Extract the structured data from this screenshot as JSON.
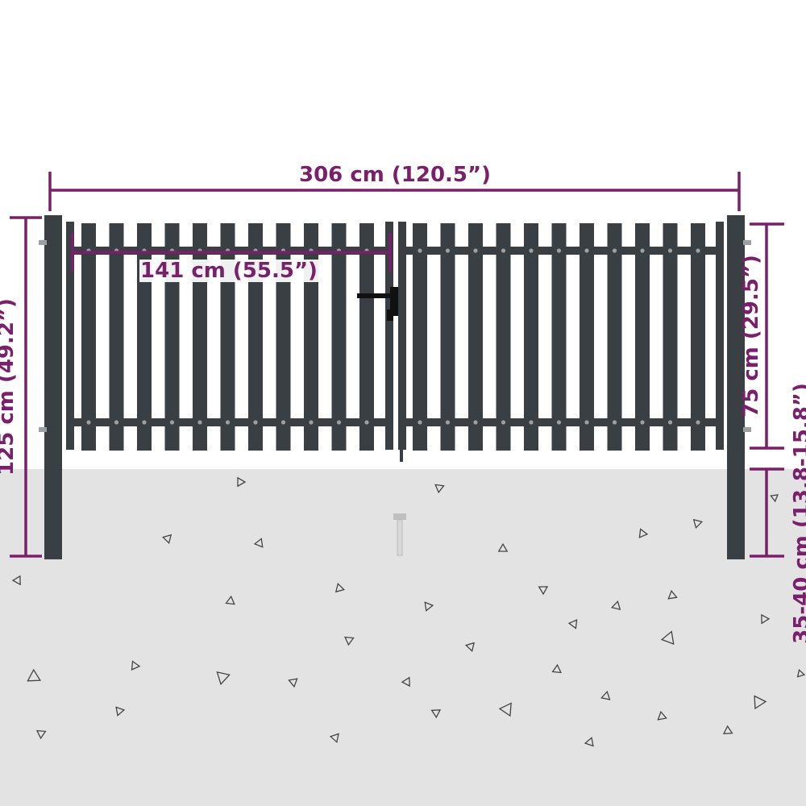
{
  "dimensions": {
    "total_width": "306 cm (120.5”)",
    "leaf_width": "141 cm (55.5”)",
    "total_height": "125 cm (49.2”)",
    "leaf_height": "75 cm (29.5”)",
    "post_depth": "35-40 cm (13.8-15.8”)"
  },
  "colors": {
    "dimension": "#7a1f6b",
    "fence": "#3a3f43",
    "ground": "#e3e3e3",
    "background": "#ffffff"
  }
}
